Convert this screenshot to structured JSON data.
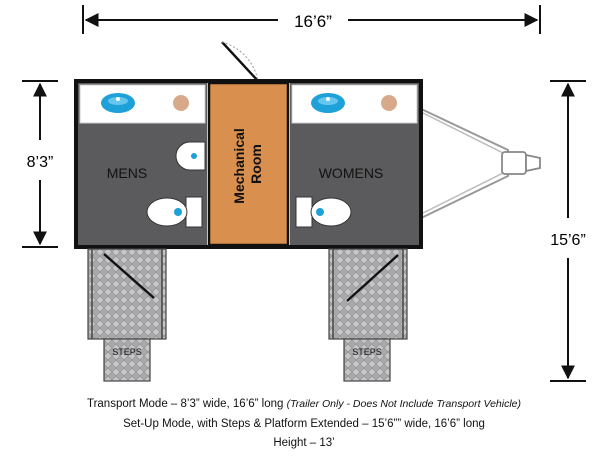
{
  "dimensions": {
    "overall_width": "16’6”",
    "transport_width": "8’3”",
    "setup_width": "15’6”"
  },
  "rooms": {
    "mens": "MENS",
    "womens": "WOMENS",
    "mechanical_line1": "Mechanical",
    "mechanical_line2": "Room"
  },
  "steps": {
    "left_label": "STEPS",
    "right_label": "STEPS"
  },
  "caption": {
    "transport": "Transport Mode – 8’3” wide, 16’6” long ",
    "transport_note": "(Trailer Only - Does Not Include Transport Vehicle)",
    "setup": "Set-Up Mode, with Steps & Platform Extended – 15’6”” wide, 16’6” long",
    "height": "Height – 13’"
  },
  "colors": {
    "floor": "#5b5b5d",
    "mechanical": "#d98f4e",
    "sink": "#1ea0d8",
    "soap": "#d7a98a",
    "plate": "#a8a8ab",
    "outline": "#111111"
  }
}
